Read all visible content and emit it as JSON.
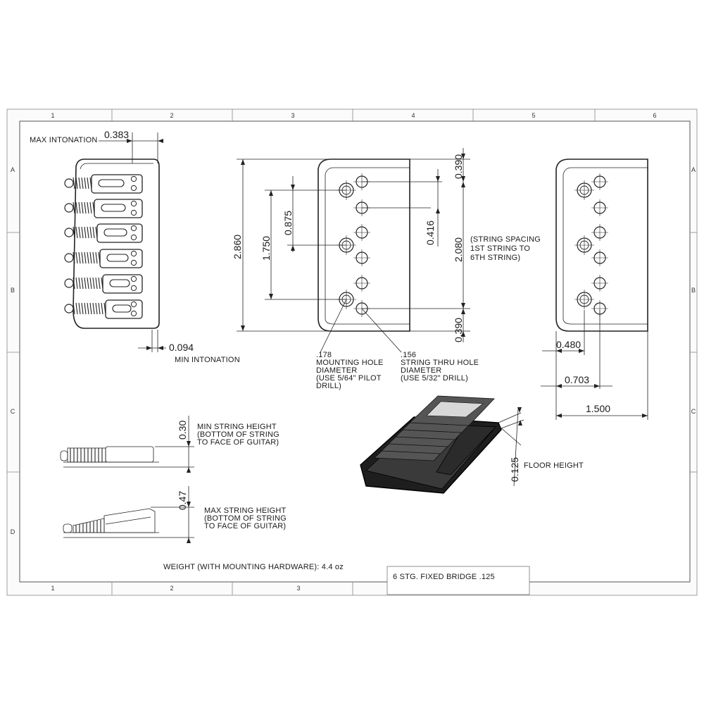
{
  "sheet": {
    "zones_top": [
      "1",
      "2",
      "3",
      "4",
      "5",
      "6"
    ],
    "zones_bottom": [
      "1",
      "2",
      "3"
    ],
    "zones_left": [
      "A",
      "B",
      "C",
      "D"
    ],
    "zones_right": [
      "A",
      "B",
      "C"
    ]
  },
  "dimensions": {
    "max_intonation_value": "0.383",
    "min_intonation_value": "0.094",
    "overall_length": "2.860",
    "mount_hole_span": "1.750",
    "mount_hole_half": "0.875",
    "string_hole_offset": "0.416",
    "string_spacing_value": "2.080",
    "top_margin": "0.390",
    "bottom_margin": "0.390",
    "dim_480": "0.480",
    "dim_703": "0.703",
    "overall_width": "1.500",
    "min_height": "0.30",
    "max_height": "0.47",
    "floor_height_value": "0.125"
  },
  "labels": {
    "max_intonation": "MAX INTONATION",
    "min_intonation": "MIN INTONATION",
    "string_spacing": [
      "(STRING SPACING",
      "1ST STRING TO",
      "6TH STRING)"
    ],
    "mounting_hole": [
      ".178",
      "MOUNTING HOLE",
      "DIAMETER",
      "(USE 5/64\" PILOT",
      "DRILL)"
    ],
    "string_thru_hole": [
      ".156",
      "STRING THRU HOLE",
      "DIAMETER",
      "(USE 5/32\" DRILL)"
    ],
    "min_string_height": [
      "MIN STRING HEIGHT",
      "(BOTTOM OF STRING",
      "TO FACE OF GUITAR)"
    ],
    "max_string_height": [
      "MAX STRING HEIGHT",
      "(BOTTOM OF STRING",
      "TO FACE OF GUITAR)"
    ],
    "floor_height": "FLOOR HEIGHT",
    "weight": "WEIGHT (WITH MOUNTING HARDWARE): 4.4 oz",
    "title_block": "6 STG. FIXED BRIDGE .125"
  }
}
